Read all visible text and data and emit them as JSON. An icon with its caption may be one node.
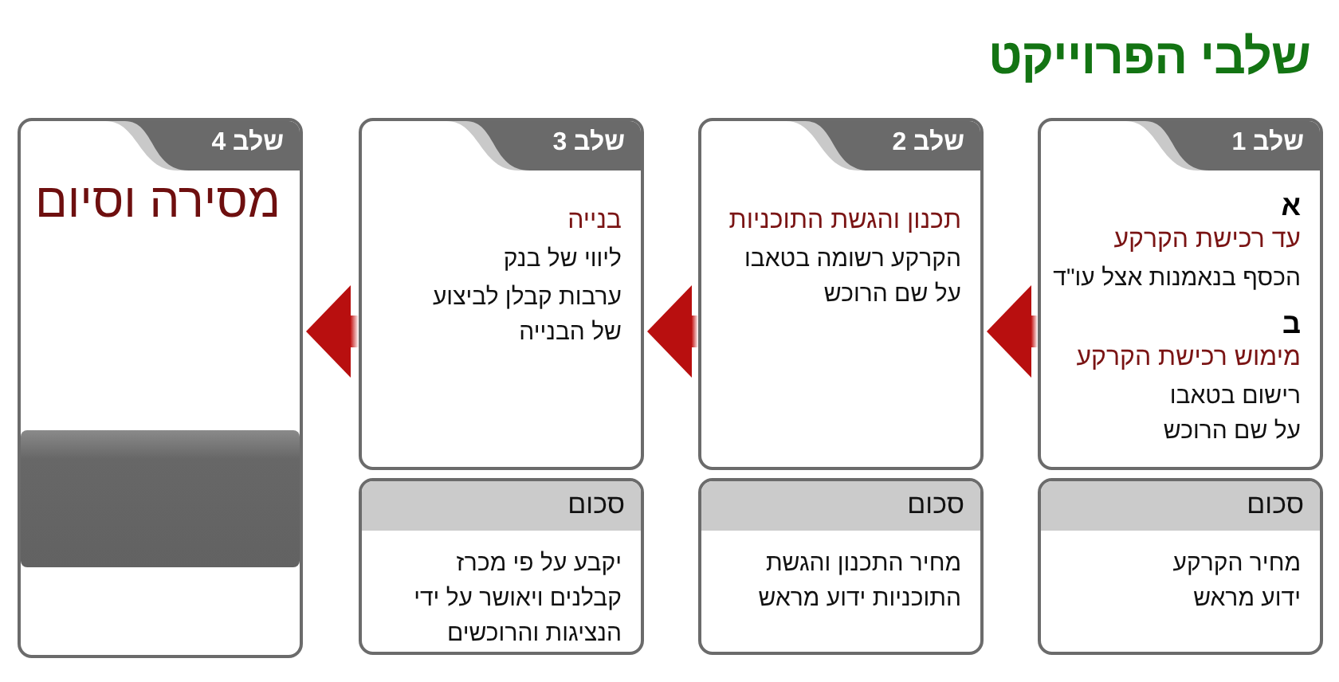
{
  "diagram": {
    "title": "שלבי הפרוייקט",
    "nodes": [
      {
        "text": [
          "שלב 1",
          "א",
          "עד רכישת הקרקע",
          "הכסף בנאמנות אצל עו\"ד",
          "ב",
          "מימוש רכישת הקרקע",
          "רישום בטאבו על שם הרוכש"
        ]
      },
      {
        "text": [
          "שלב 2",
          "תכנון והגשת התוכניות",
          "הקרקע רשומה בטאבו על שם הרוכש"
        ]
      },
      {
        "text": [
          "שלב 3",
          "בנייה",
          "ליווי של בנק",
          "ערבות קבלן לביצוע של הבנייה"
        ]
      },
      {
        "text": [
          "שלב 4",
          "מסירה וסיום"
        ]
      },
      {
        "text": [
          "סכום",
          "מחיר הקרקע ידוע מראש"
        ]
      },
      {
        "text": [
          "סכום",
          "מחיר התכנון והגשת התוכניות ידוע מראש"
        ]
      },
      {
        "text": [
          "סכום",
          "יקבע על פי מכרז קבלנים ויאושר על ידי הנציגות והרוכשים"
        ]
      },
      {
        "text": [],
        "shape": "bar",
        "in": 3
      }
    ],
    "edges": [
      {
        "from": 0,
        "to": 1,
        "arrow": "to"
      },
      {
        "from": 1,
        "to": 2,
        "arrow": "to"
      },
      {
        "from": 2,
        "to": 3,
        "arrow": "to"
      }
    ]
  }
}
